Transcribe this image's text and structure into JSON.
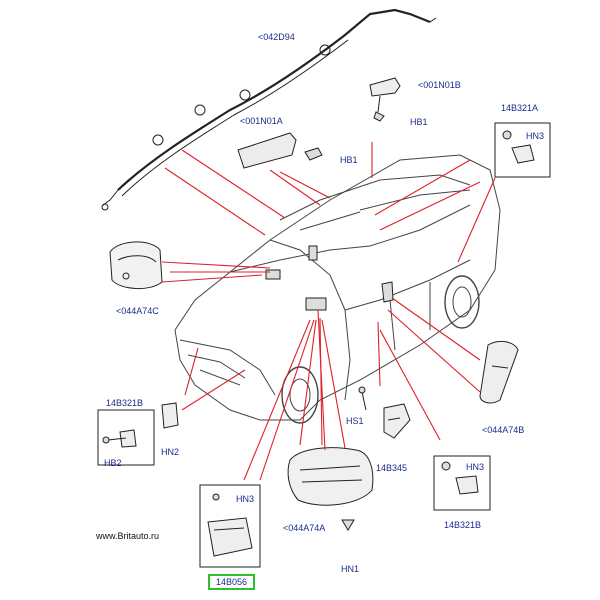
{
  "labels": {
    "roof_curtain_airbag": "<042D94",
    "clip_top": "<001N01B",
    "clip_left": "<001N01A",
    "screw_hb1_top": "HB1",
    "screw_hb1_left": "HB1",
    "sensor_right_top": "14B321A",
    "nut_hn3_right_top": "HN3",
    "driver_airbag": "<044A74C",
    "sensor_left": "14B321B",
    "nut_hn2": "HN2",
    "bolt_hb2": "HB2",
    "seat_airbag": "<044A74B",
    "screw_hs1": "HS1",
    "sensor_center": "14B345",
    "nut_hn3_right_bottom": "HN3",
    "sensor_right_bottom": "14B321B",
    "passenger_airbag": "<044A74A",
    "nut_hn1": "HN1",
    "nut_hn3_module": "HN3",
    "control_module": "14B056"
  },
  "website": "www.Britauto.ru",
  "colors": {
    "label_text": "#1a2b8c",
    "leader_line": "#e0202a",
    "highlight_box": "#2fbf2f"
  }
}
